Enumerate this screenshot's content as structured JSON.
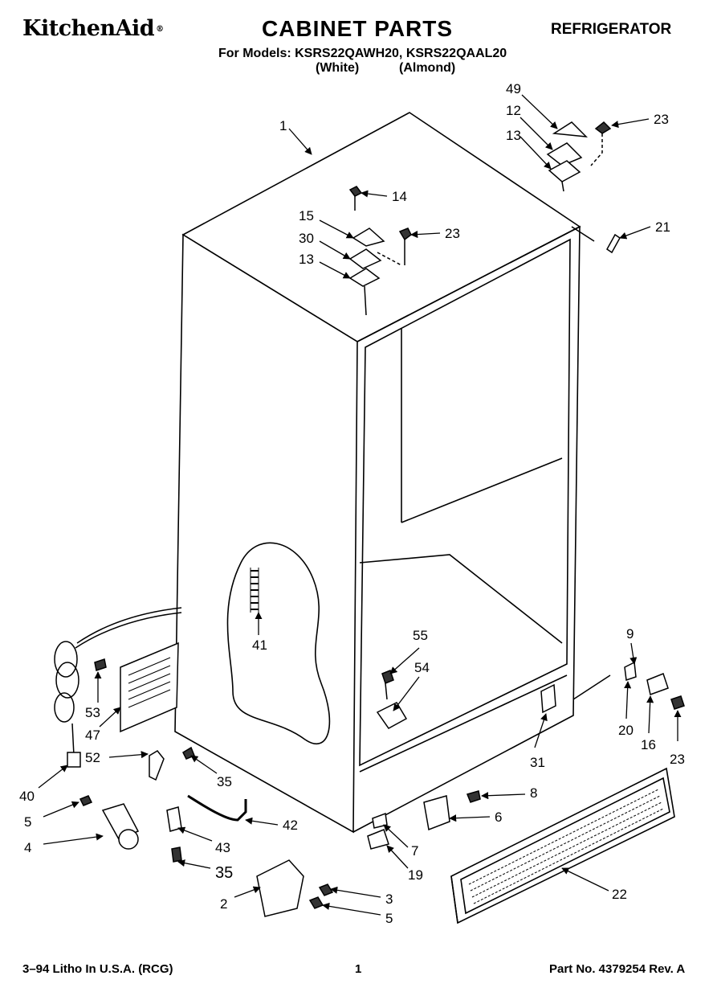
{
  "header": {
    "brand": "KitchenAid",
    "brand_mark": "®",
    "title": "CABINET PARTS",
    "category": "REFRIGERATOR",
    "models_line": "For Models: KSRS22QAWH20, KSRS22QAAL20",
    "variant_white": "(White)",
    "variant_almond": "(Almond)"
  },
  "callouts": [
    {
      "id": "c1",
      "label": "1"
    },
    {
      "id": "c49",
      "label": "49"
    },
    {
      "id": "c12",
      "label": "12"
    },
    {
      "id": "c13a",
      "label": "13"
    },
    {
      "id": "c23a",
      "label": "23"
    },
    {
      "id": "c14",
      "label": "14"
    },
    {
      "id": "c15",
      "label": "15"
    },
    {
      "id": "c23b",
      "label": "23"
    },
    {
      "id": "c30",
      "label": "30"
    },
    {
      "id": "c13b",
      "label": "13"
    },
    {
      "id": "c21",
      "label": "21"
    },
    {
      "id": "c41",
      "label": "41"
    },
    {
      "id": "c55",
      "label": "55"
    },
    {
      "id": "c54",
      "label": "54"
    },
    {
      "id": "c9",
      "label": "9"
    },
    {
      "id": "c53",
      "label": "53"
    },
    {
      "id": "c47",
      "label": "47"
    },
    {
      "id": "c52",
      "label": "52"
    },
    {
      "id": "c35a",
      "label": "35"
    },
    {
      "id": "c40",
      "label": "40"
    },
    {
      "id": "c5a",
      "label": "5"
    },
    {
      "id": "c4",
      "label": "4"
    },
    {
      "id": "c43",
      "label": "43"
    },
    {
      "id": "c35b",
      "label": "35"
    },
    {
      "id": "c42",
      "label": "42"
    },
    {
      "id": "c2",
      "label": "2"
    },
    {
      "id": "c3",
      "label": "3"
    },
    {
      "id": "c5b",
      "label": "5"
    },
    {
      "id": "c8",
      "label": "8"
    },
    {
      "id": "c6",
      "label": "6"
    },
    {
      "id": "c7",
      "label": "7"
    },
    {
      "id": "c19",
      "label": "19"
    },
    {
      "id": "c31",
      "label": "31"
    },
    {
      "id": "c20",
      "label": "20"
    },
    {
      "id": "c16",
      "label": "16"
    },
    {
      "id": "c23c",
      "label": "23"
    },
    {
      "id": "c22",
      "label": "22"
    }
  ],
  "footer": {
    "left": "3–94 Litho In U.S.A. (RCG)",
    "page": "1",
    "right": "Part No. 4379254 Rev. A"
  }
}
